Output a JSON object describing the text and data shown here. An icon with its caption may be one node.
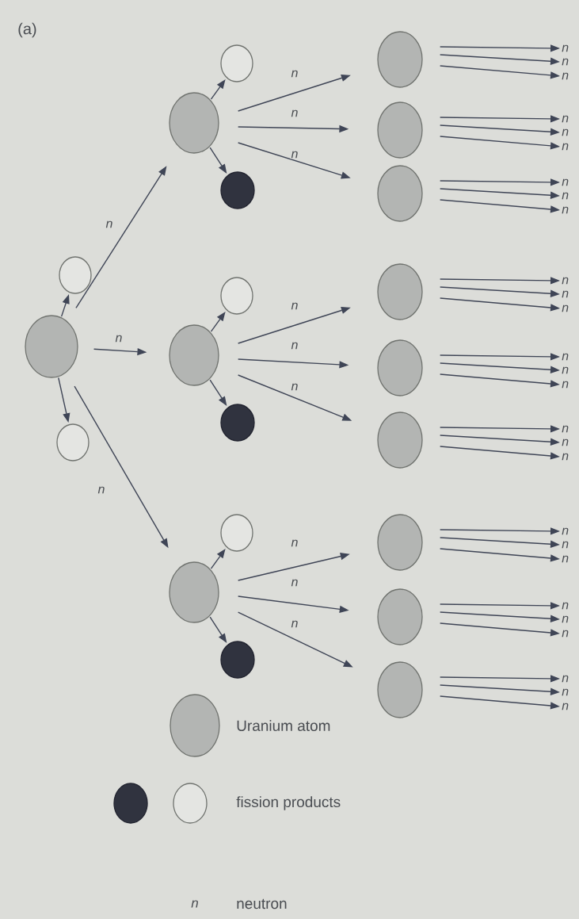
{
  "diagram": {
    "nodes": [
      {
        "text": [],
        "shape": "circle"
      },
      {
        "text": [],
        "shape": "circle"
      },
      {
        "text": [],
        "shape": "circle"
      },
      {
        "text": [],
        "shape": "circle"
      },
      {
        "text": [],
        "shape": "circle"
      },
      {
        "text": [],
        "shape": "circle"
      },
      {
        "text": [],
        "shape": "circle"
      },
      {
        "text": [],
        "shape": "circle"
      },
      {
        "text": [],
        "shape": "circle"
      },
      {
        "text": [],
        "shape": "circle"
      },
      {
        "text": [],
        "shape": "circle"
      },
      {
        "text": [],
        "shape": "circle"
      },
      {
        "text": [],
        "shape": "circle"
      },
      {
        "text": [],
        "shape": "circle"
      },
      {
        "text": [],
        "shape": "circle"
      },
      {
        "text": [],
        "shape": "circle"
      },
      {
        "text": [],
        "shape": "circle"
      },
      {
        "text": [],
        "shape": "circle"
      },
      {
        "text": [],
        "shape": "circle"
      },
      {
        "text": [],
        "shape": "circle"
      },
      {
        "text": [],
        "shape": "circle"
      },
      {
        "text": [
          "n"
        ]
      },
      {
        "text": [
          "n"
        ]
      },
      {
        "text": [
          "n"
        ]
      },
      {
        "text": [
          "n"
        ]
      },
      {
        "text": [
          "n"
        ]
      },
      {
        "text": [
          "n"
        ]
      },
      {
        "text": [
          "n"
        ]
      },
      {
        "text": [
          "n"
        ]
      },
      {
        "text": [
          "n"
        ]
      },
      {
        "text": [
          "n"
        ]
      },
      {
        "text": [
          "n"
        ]
      },
      {
        "text": [
          "n"
        ]
      },
      {
        "text": [
          "n"
        ]
      },
      {
        "text": [
          "n"
        ]
      },
      {
        "text": [
          "n"
        ]
      },
      {
        "text": [
          "n"
        ]
      },
      {
        "text": [
          "n"
        ]
      },
      {
        "text": [
          "n"
        ]
      },
      {
        "text": [
          "n"
        ]
      },
      {
        "text": [
          "n"
        ]
      },
      {
        "text": [
          "n"
        ]
      },
      {
        "text": [
          "n"
        ]
      },
      {
        "text": [
          "n"
        ]
      },
      {
        "text": [
          "n"
        ]
      },
      {
        "text": [
          "n"
        ]
      },
      {
        "text": [
          "n"
        ]
      },
      {
        "text": [
          "n"
        ]
      }
    ],
    "edges": [
      {
        "from": 0,
        "to": 1,
        "arrow": "to"
      },
      {
        "from": 0,
        "to": 2,
        "arrow": "to"
      },
      {
        "from": 0,
        "to": 3,
        "arrow": "to",
        "label": "n"
      },
      {
        "from": 0,
        "to": 6,
        "arrow": "to",
        "label": "n"
      },
      {
        "from": 0,
        "to": 9,
        "arrow": "to",
        "label": "n"
      },
      {
        "from": 3,
        "to": 4,
        "arrow": "to"
      },
      {
        "from": 3,
        "to": 5,
        "arrow": "to"
      },
      {
        "from": 3,
        "to": 12,
        "arrow": "to",
        "label": "n"
      },
      {
        "from": 3,
        "to": 13,
        "arrow": "to",
        "label": "n"
      },
      {
        "from": 3,
        "to": 14,
        "arrow": "to",
        "label": "n"
      },
      {
        "from": 6,
        "to": 7,
        "arrow": "to"
      },
      {
        "from": 6,
        "to": 8,
        "arrow": "to"
      },
      {
        "from": 6,
        "to": 15,
        "arrow": "to",
        "label": "n"
      },
      {
        "from": 6,
        "to": 16,
        "arrow": "to",
        "label": "n"
      },
      {
        "from": 6,
        "to": 17,
        "arrow": "to",
        "label": "n"
      },
      {
        "from": 9,
        "to": 10,
        "arrow": "to"
      },
      {
        "from": 9,
        "to": 11,
        "arrow": "to"
      },
      {
        "from": 9,
        "to": 18,
        "arrow": "to",
        "label": "n"
      },
      {
        "from": 9,
        "to": 19,
        "arrow": "to",
        "label": "n"
      },
      {
        "from": 9,
        "to": 20,
        "arrow": "to",
        "label": "n"
      },
      {
        "from": 12,
        "to": 21,
        "arrow": "to"
      },
      {
        "from": 12,
        "to": 22,
        "arrow": "to"
      },
      {
        "from": 12,
        "to": 23,
        "arrow": "to"
      },
      {
        "from": 13,
        "to": 24,
        "arrow": "to"
      },
      {
        "from": 13,
        "to": 25,
        "arrow": "to"
      },
      {
        "from": 13,
        "to": 26,
        "arrow": "to"
      },
      {
        "from": 14,
        "to": 27,
        "arrow": "to"
      },
      {
        "from": 14,
        "to": 28,
        "arrow": "to"
      },
      {
        "from": 14,
        "to": 29,
        "arrow": "to"
      },
      {
        "from": 15,
        "to": 30,
        "arrow": "to"
      },
      {
        "from": 15,
        "to": 31,
        "arrow": "to"
      },
      {
        "from": 15,
        "to": 32,
        "arrow": "to"
      },
      {
        "from": 16,
        "to": 33,
        "arrow": "to"
      },
      {
        "from": 16,
        "to": 34,
        "arrow": "to"
      },
      {
        "from": 16,
        "to": 35,
        "arrow": "to"
      },
      {
        "from": 17,
        "to": 36,
        "arrow": "to"
      },
      {
        "from": 17,
        "to": 37,
        "arrow": "to"
      },
      {
        "from": 17,
        "to": 38,
        "arrow": "to"
      },
      {
        "from": 18,
        "to": 39,
        "arrow": "to"
      },
      {
        "from": 18,
        "to": 40,
        "arrow": "to"
      },
      {
        "from": 18,
        "to": 41,
        "arrow": "to"
      },
      {
        "from": 19,
        "to": 42,
        "arrow": "to"
      },
      {
        "from": 19,
        "to": 43,
        "arrow": "to"
      },
      {
        "from": 19,
        "to": 44,
        "arrow": "to"
      },
      {
        "from": 20,
        "to": 45,
        "arrow": "to"
      },
      {
        "from": 20,
        "to": 46,
        "arrow": "to"
      },
      {
        "from": 20,
        "to": 47,
        "arrow": "to"
      }
    ],
    "labels": [
      "(a)",
      "n"
    ],
    "legend": [
      {
        "text": "Uranium atom"
      },
      {
        "text": "fission products"
      },
      {
        "text": "neutron"
      }
    ]
  }
}
